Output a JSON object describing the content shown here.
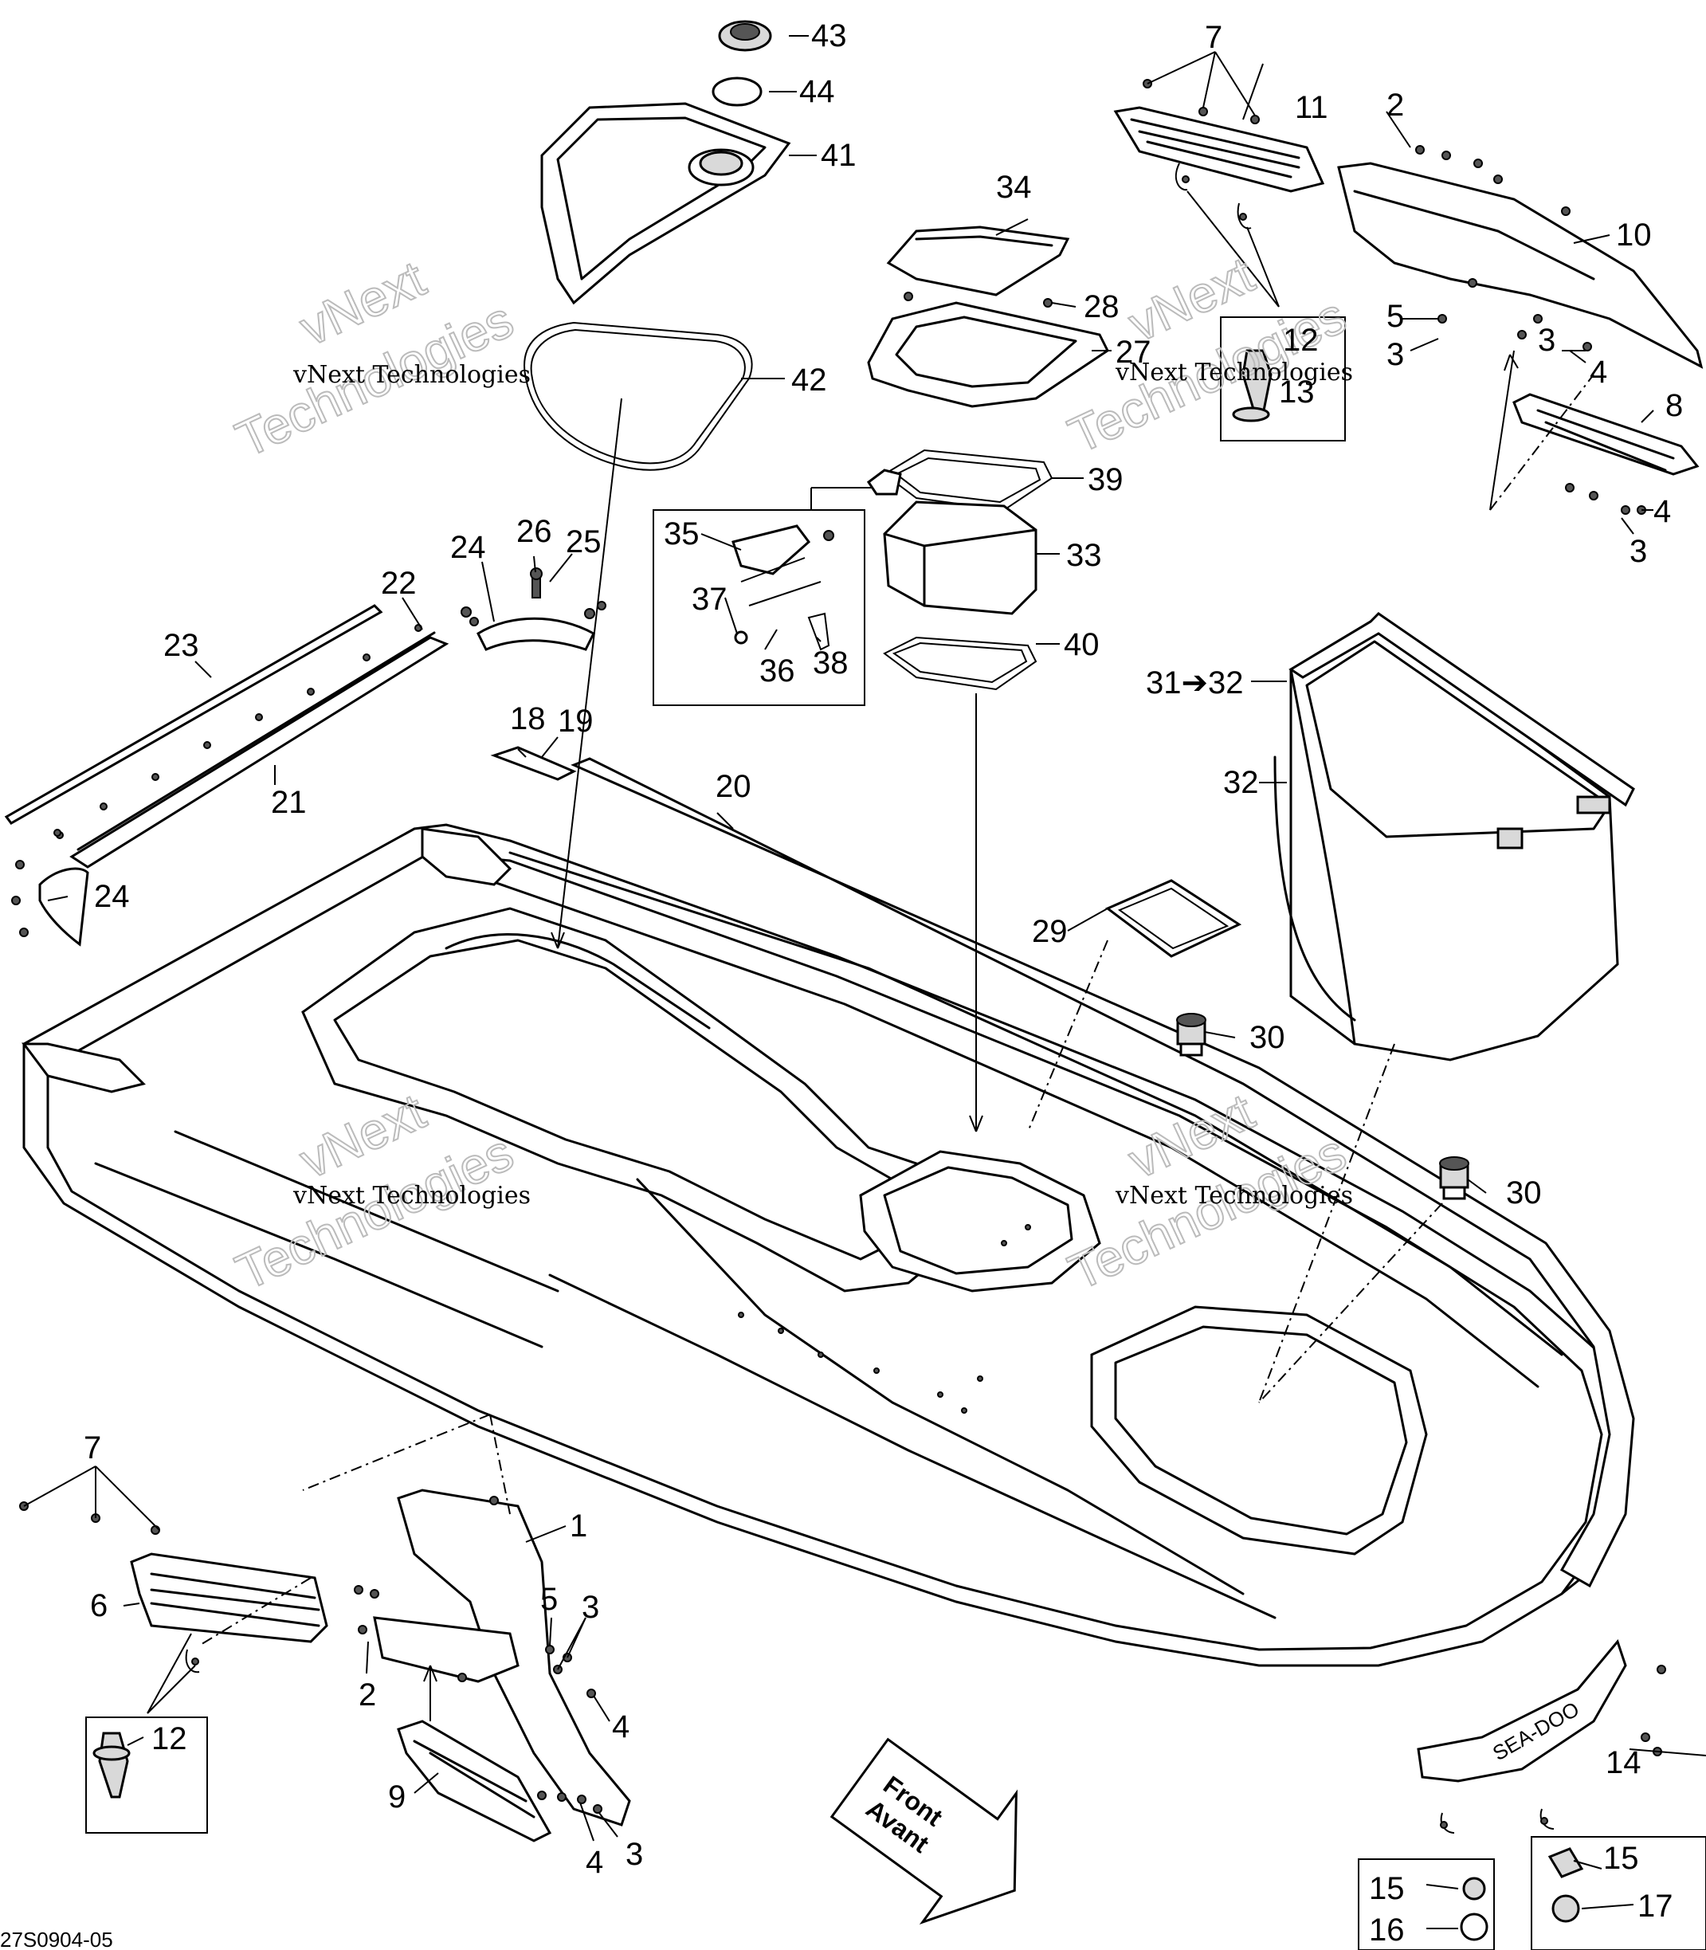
{
  "callouts": {
    "c1": "1",
    "c2a": "2",
    "c2b": "2",
    "c3a": "3",
    "c3b": "3",
    "c3c": "3",
    "c3d": "3",
    "c3e": "3",
    "c4a": "4",
    "c4b": "4",
    "c4c": "4",
    "c4d": "4",
    "c5a": "5",
    "c5b": "5",
    "c6": "6",
    "c7a": "7",
    "c7b": "7",
    "c8": "8",
    "c9": "9",
    "c10": "10",
    "c11": "11",
    "c12a": "12",
    "c12b": "12",
    "c13": "13",
    "c14": "14",
    "c15a": "15",
    "c15b": "15",
    "c16": "16",
    "c17": "17",
    "c18": "18",
    "c19": "19",
    "c20": "20",
    "c21": "21",
    "c22": "22",
    "c23": "23",
    "c24a": "24",
    "c24b": "24",
    "c25": "25",
    "c26": "26",
    "c27": "27",
    "c28": "28",
    "c29": "29",
    "c30a": "30",
    "c30b": "30",
    "c31_32": "31➔32",
    "c32": "32",
    "c33": "33",
    "c34": "34",
    "c35": "35",
    "c36": "36",
    "c37": "37",
    "c38": "38",
    "c39": "39",
    "c40": "40",
    "c41": "41",
    "c42": "42",
    "c43": "43",
    "c44": "44"
  },
  "watermark": {
    "line1": "vNext Technologies",
    "line2": "vNext",
    "line3": "Technologies"
  },
  "front_label": {
    "line1": "Front",
    "line2": "Avant"
  },
  "brand_logo": "SEA-DOO",
  "drawing_code": "27S0904-05"
}
